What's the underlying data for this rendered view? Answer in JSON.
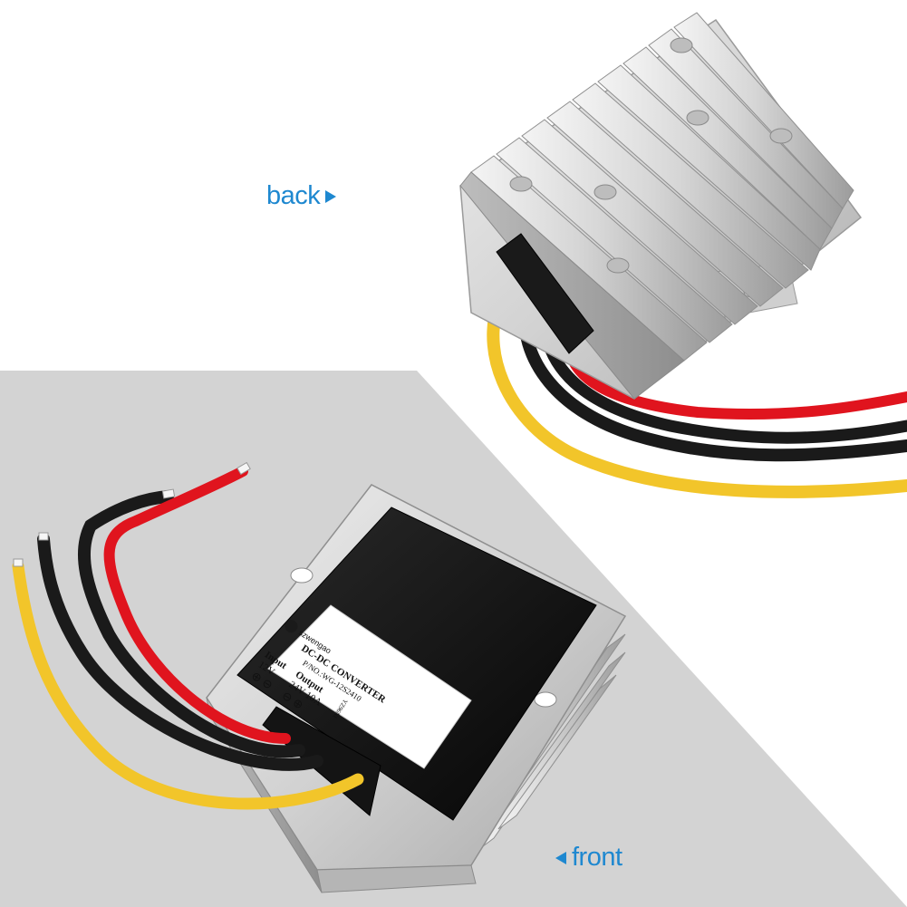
{
  "labels": {
    "back": "back",
    "front": "front"
  },
  "device_label": {
    "brand": "szwengao",
    "title": "DC-DC CONVERTER",
    "part_number": "P/NO.:WG-12S2410",
    "input_heading": "Input",
    "input_voltage": "12V",
    "output_heading": "Output",
    "output_rating": "24V 10A",
    "plus_symbol": "⊕",
    "minus_symbol": "⊖",
    "lot_code": "YZ96NI"
  },
  "colors": {
    "label_blue": "#1E88D0",
    "backdrop_gray": "#D3D3D3",
    "aluminum": "#D8D8D8",
    "aluminum_dark": "#A8A8A8",
    "wire_red": "#E0141E",
    "wire_black": "#1A1A1A",
    "wire_yellow": "#F2C52A",
    "potting_black": "#0C0C0C",
    "sticker_white": "#FFFFFF"
  }
}
